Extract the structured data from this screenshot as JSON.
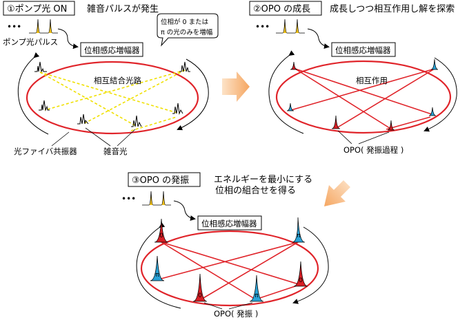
{
  "panels": [
    {
      "step_label": "①ポンプ光 ON",
      "headline": "雑音パルスが発生",
      "amplifier_label": "位相感応増幅器",
      "callout_lines": [
        "位相が 0 または",
        "π の光のみを増幅"
      ],
      "pump_label": "ポンプ光パルス",
      "path_label": "相互結合光路",
      "resonator_label": "光ファイバ共振器",
      "noise_label": "雑音光",
      "pump_dots": "•••"
    },
    {
      "step_label": "②OPO の成長",
      "headline": "成長しつつ相互作用し解を探索",
      "amplifier_label": "位相感応増幅器",
      "interaction_label": "相互作用",
      "process_label": "OPO( 発振過程 )",
      "pump_dots": "•••"
    },
    {
      "step_label": "③OPO の発振",
      "headline_lines": [
        "エネルギーを最小にする",
        "位相の組合せを得る"
      ],
      "amplifier_label": "位相感応増幅器",
      "process_label": "OPO( 発振 )",
      "phase_labels": [
        "0",
        "π",
        "π",
        "0",
        "π",
        "0"
      ],
      "pump_dots": "•••"
    }
  ],
  "colors": {
    "ring": "#e0242a",
    "pump": "#f1c21b",
    "phase_0": "#d81e24",
    "phase_pi": "#2aa2d6",
    "coupling": "#f0e000",
    "arrow": "#f7b97b"
  }
}
